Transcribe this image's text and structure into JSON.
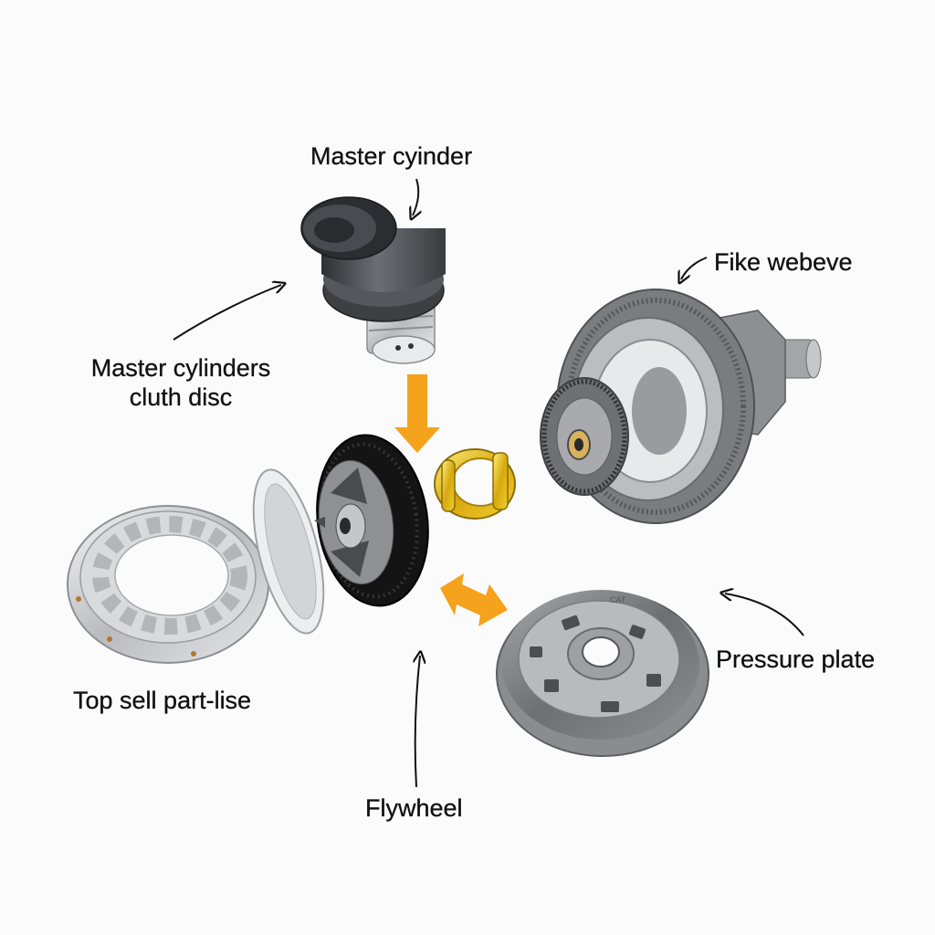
{
  "labels": {
    "master_cylinder": "Master cyinder",
    "fike_webeve": "Fike webeve",
    "master_cylinders_line1": "Master cylinders",
    "master_cylinders_line2": "cluth disc",
    "top_sell": "Top sell part-lise",
    "pressure_plate": "Pressure plate",
    "flywheel": "Flywheel",
    "pressure_plate_marking": "CAT"
  },
  "colors": {
    "background": "#fbfbfb",
    "text": "#111111",
    "arrow_orange": "#f5a21c",
    "metal_dark": "#5a5a5c",
    "metal_silver": "#c8c9cc",
    "gold": "#e3b818",
    "rubber_black": "#141414"
  },
  "icons": [
    "black-curved-arrow",
    "orange-down-arrow",
    "orange-double-arrow"
  ]
}
